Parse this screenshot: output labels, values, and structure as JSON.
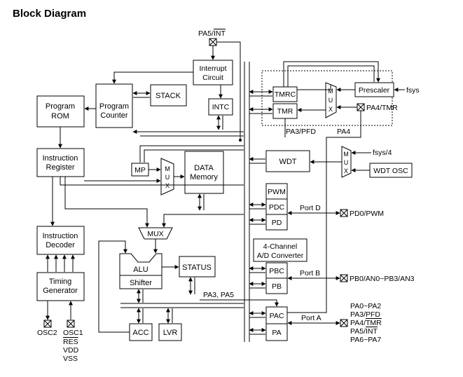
{
  "title": "Block Diagram",
  "blocks": {
    "program_rom": [
      "Program",
      "ROM"
    ],
    "program_counter": [
      "Program",
      "Counter"
    ],
    "stack": "STACK",
    "interrupt_circuit": [
      "Interrupt",
      "Circuit"
    ],
    "intc": "INTC",
    "instruction_register": [
      "Instruction",
      "Register"
    ],
    "mp": "MP",
    "mux_mp_letters": [
      "M",
      "U",
      "X"
    ],
    "data_memory": [
      "DATA",
      "Memory"
    ],
    "instruction_decoder": [
      "Instruction",
      "Decoder"
    ],
    "timing_generator": [
      "Timing",
      "Generator"
    ],
    "mux_alu": "MUX",
    "alu": "ALU",
    "shifter": "Shifter",
    "status": "STATUS",
    "acc": "ACC",
    "lvr": "LVR",
    "tmrc": "TMRC",
    "tmr": "TMR",
    "mux_tmr_letters": [
      "M",
      "U",
      "X"
    ],
    "prescaler": "Prescaler",
    "wdt": "WDT",
    "mux_wdt_letters": [
      "M",
      "U",
      "X"
    ],
    "wdt_osc": "WDT OSC",
    "pwm": "PWM",
    "pdc": "PDC",
    "pd": "PD",
    "adc": [
      "4-Channel",
      "A/D Converter"
    ],
    "pbc": "PBC",
    "pb": "PB",
    "pac": "PAC",
    "pa": "PA"
  },
  "labels": {
    "pa5_int_prefix": "PA5/",
    "pa5_int_bar": "INT",
    "fsys": "fsys",
    "pa4_tmr": "PA4/TMR",
    "pa3_pfd": "PA3/PFD",
    "pa4": "PA4",
    "fsys_4": "fsys/4",
    "port_d": "Port D",
    "pd0_pwm": "PD0/PWM",
    "port_b": "Port B",
    "pb_pins": "PB0/AN0~PB3/AN3",
    "pa3_pa5": "PA3, PA5",
    "port_a": "Port A",
    "osc2": "OSC2",
    "osc1": "OSC1",
    "res": "RES",
    "vdd": "VDD",
    "vss": "VSS",
    "pa_pins": [
      "PA0~PA2",
      "PA3/PFD"
    ],
    "pa4_tmr_prefix": "PA4/",
    "pa4_tmr_bar": "TMR",
    "pa5_int2_prefix": "PA5/",
    "pa5_int2_bar": "INT",
    "pa6_pa7": "PA6~PA7"
  }
}
